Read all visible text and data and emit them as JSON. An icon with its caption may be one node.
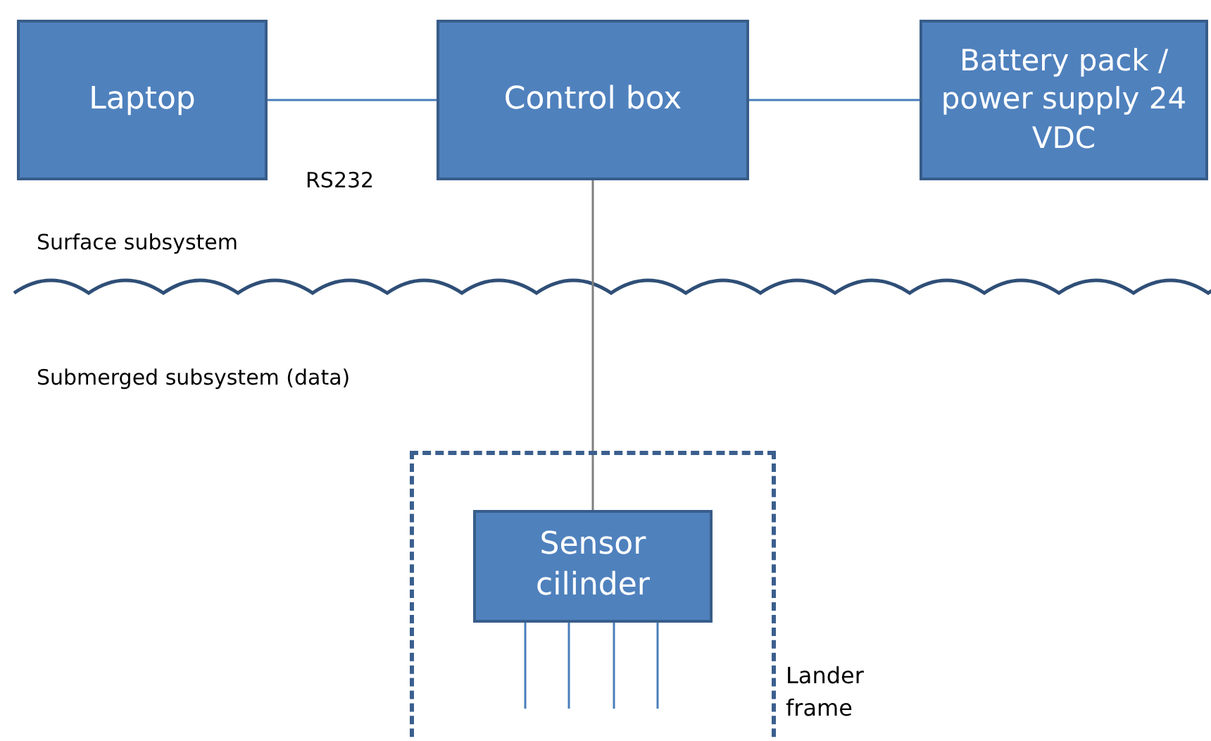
{
  "diagram": {
    "nodes": [
      {
        "text": [
          "Laptop"
        ]
      },
      {
        "text": [
          "Control box"
        ]
      },
      {
        "text": [
          "Battery  pack / power supply 24 VDC"
        ]
      },
      {
        "text": [
          "Lander frame"
        ]
      },
      {
        "text": [
          "Sensor cilinder"
        ],
        "in": 3
      }
    ],
    "edges": [
      {
        "from": 0,
        "to": 1,
        "arrow": "none"
      },
      {
        "from": 1,
        "to": 2,
        "arrow": "none"
      },
      {
        "from": 1,
        "to": 4,
        "arrow": "none"
      }
    ],
    "labels": [
      "RS232",
      "Surface subsystem",
      "Submerged subsystem (data)"
    ]
  }
}
